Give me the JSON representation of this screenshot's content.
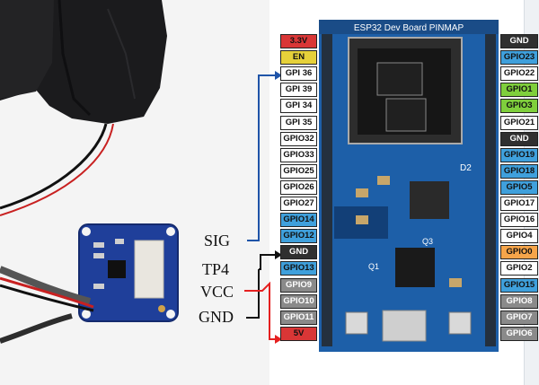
{
  "colors": {
    "red": "#d93636",
    "yellow": "#e6d13a",
    "white": "#ffffff",
    "blue": "#3fa0dc",
    "dark": "#303030",
    "gray": "#8a8a8a",
    "green": "#7fcf3c",
    "orange": "#f6a54a",
    "arrow_blue": "#1f54a8",
    "arrow_black": "#111111",
    "arrow_red": "#e52020"
  },
  "board": {
    "header_label": "ESP32 Dev Board PINMAP",
    "chip_labels": [
      "D2",
      "Q1",
      "Q3"
    ]
  },
  "left_pins": [
    {
      "label": "3.3V",
      "color": "red"
    },
    {
      "label": "EN",
      "color": "yellow"
    },
    {
      "label": "GPI  36",
      "color": "white"
    },
    {
      "label": "GPI  39",
      "color": "white"
    },
    {
      "label": "GPI  34",
      "color": "white"
    },
    {
      "label": "GPI  35",
      "color": "white"
    },
    {
      "label": "GPIO32",
      "color": "white"
    },
    {
      "label": "GPIO33",
      "color": "white"
    },
    {
      "label": "GPIO25",
      "color": "white"
    },
    {
      "label": "GPIO26",
      "color": "white"
    },
    {
      "label": "GPIO27",
      "color": "white"
    },
    {
      "label": "GPIO14",
      "color": "blue"
    },
    {
      "label": "GPIO12",
      "color": "blue"
    },
    {
      "label": "GND",
      "color": "dark"
    },
    {
      "label": "GPIO13",
      "color": "blue"
    },
    {
      "label": "GPIO9",
      "color": "gray"
    },
    {
      "label": "GPIO10",
      "color": "gray"
    },
    {
      "label": "GPIO11",
      "color": "gray"
    },
    {
      "label": "5V",
      "color": "red"
    }
  ],
  "right_pins": [
    {
      "label": "GND",
      "color": "dark"
    },
    {
      "label": "GPIO23",
      "color": "blue"
    },
    {
      "label": "GPIO22",
      "color": "white"
    },
    {
      "label": "GPIO1",
      "color": "green"
    },
    {
      "label": "GPIO3",
      "color": "green"
    },
    {
      "label": "GPIO21",
      "color": "white"
    },
    {
      "label": "GND",
      "color": "dark"
    },
    {
      "label": "GPIO19",
      "color": "blue"
    },
    {
      "label": "GPIO18",
      "color": "blue"
    },
    {
      "label": "GPIO5",
      "color": "blue"
    },
    {
      "label": "GPIO17",
      "color": "white"
    },
    {
      "label": "GPIO16",
      "color": "white"
    },
    {
      "label": "GPIO4",
      "color": "white"
    },
    {
      "label": "GPIO0",
      "color": "orange"
    },
    {
      "label": "GPIO2",
      "color": "white"
    },
    {
      "label": "GPIO15",
      "color": "blue"
    },
    {
      "label": "GPIO8",
      "color": "gray"
    },
    {
      "label": "GPIO7",
      "color": "gray"
    },
    {
      "label": "GPIO6",
      "color": "gray"
    }
  ],
  "connections": [
    {
      "label": "SIG"
    },
    {
      "label": "TP4"
    },
    {
      "label": "VCC"
    },
    {
      "label": "GND"
    }
  ]
}
